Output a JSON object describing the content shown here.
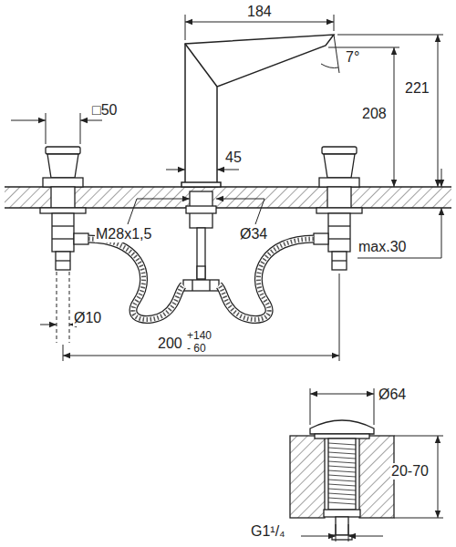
{
  "diagram": {
    "labels": [
      "184",
      "7°",
      "221",
      "208",
      "□50",
      "45",
      "M28x1,5",
      "Ø34",
      "max.30",
      "Ø10",
      "200",
      "+140",
      "- 60",
      "Ø64",
      "20-70",
      "G1¹/₄"
    ]
  }
}
